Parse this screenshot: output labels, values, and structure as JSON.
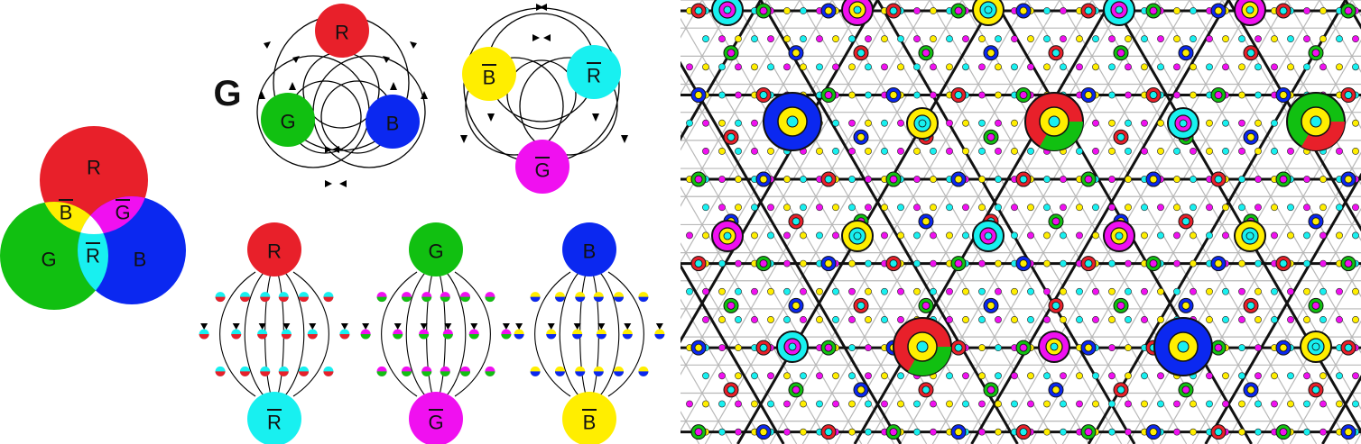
{
  "venn": {
    "r": "R",
    "g": "G",
    "b": "B",
    "b_bar": "B",
    "g_bar": "G",
    "r_bar": "R"
  },
  "group_label": "G",
  "cycle_primary": {
    "r": "R",
    "g": "G",
    "b": "B"
  },
  "cycle_complement": {
    "b_bar": "B",
    "r_bar": "R",
    "g_bar": "G"
  },
  "fans": [
    {
      "top": "R",
      "bottom": "R"
    },
    {
      "top": "G",
      "bottom": "G"
    },
    {
      "top": "B",
      "bottom": "B"
    }
  ],
  "colors": {
    "red": "#e8202a",
    "green": "#11c011",
    "blue": "#0b28f0",
    "yellow": "#ffee00",
    "cyan": "#18f0f0",
    "magenta": "#f010f0"
  }
}
